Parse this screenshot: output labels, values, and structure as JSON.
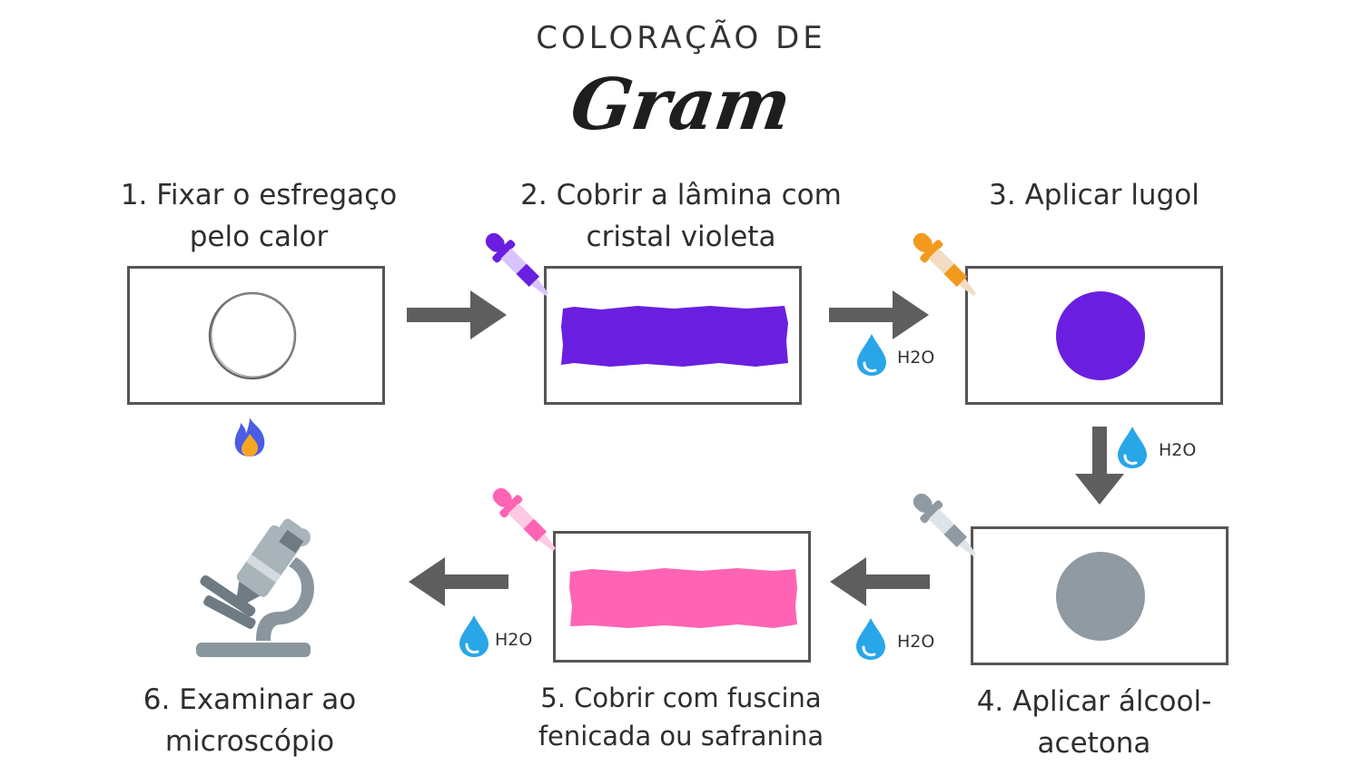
{
  "title": {
    "line1": "COLORAÇÃO DE",
    "line2": "Gram"
  },
  "steps": [
    {
      "line1": "1. Fixar o esfregaço",
      "line2": "pelo calor"
    },
    {
      "line1": "2. Cobrir a lâmina com",
      "line2": "cristal violeta"
    },
    {
      "line1": "3. Aplicar lugol",
      "line2": ""
    },
    {
      "line1": "4. Aplicar álcool-",
      "line2": "acetona"
    },
    {
      "line1": "5. Cobrir com fuscina",
      "line2": "fenicada ou safranina"
    },
    {
      "line1": "6. Examinar ao",
      "line2": "microscópio"
    }
  ],
  "water_label": "H2O",
  "icons": {
    "flame": "flame-icon",
    "dropper": "dropper-icon",
    "water_drop": "water-drop-icon",
    "microscope": "microscope-icon",
    "arrow": "arrow-icon"
  },
  "colors": {
    "crystal_violet": "#6a1fe0",
    "lugol_dropper": "#f39a1e",
    "alcohol_gray": "#8f9aa3",
    "fuchsin_pink": "#ff63b4",
    "water_blue": "#29a6e8",
    "arrow_gray": "#5e5e5e"
  }
}
